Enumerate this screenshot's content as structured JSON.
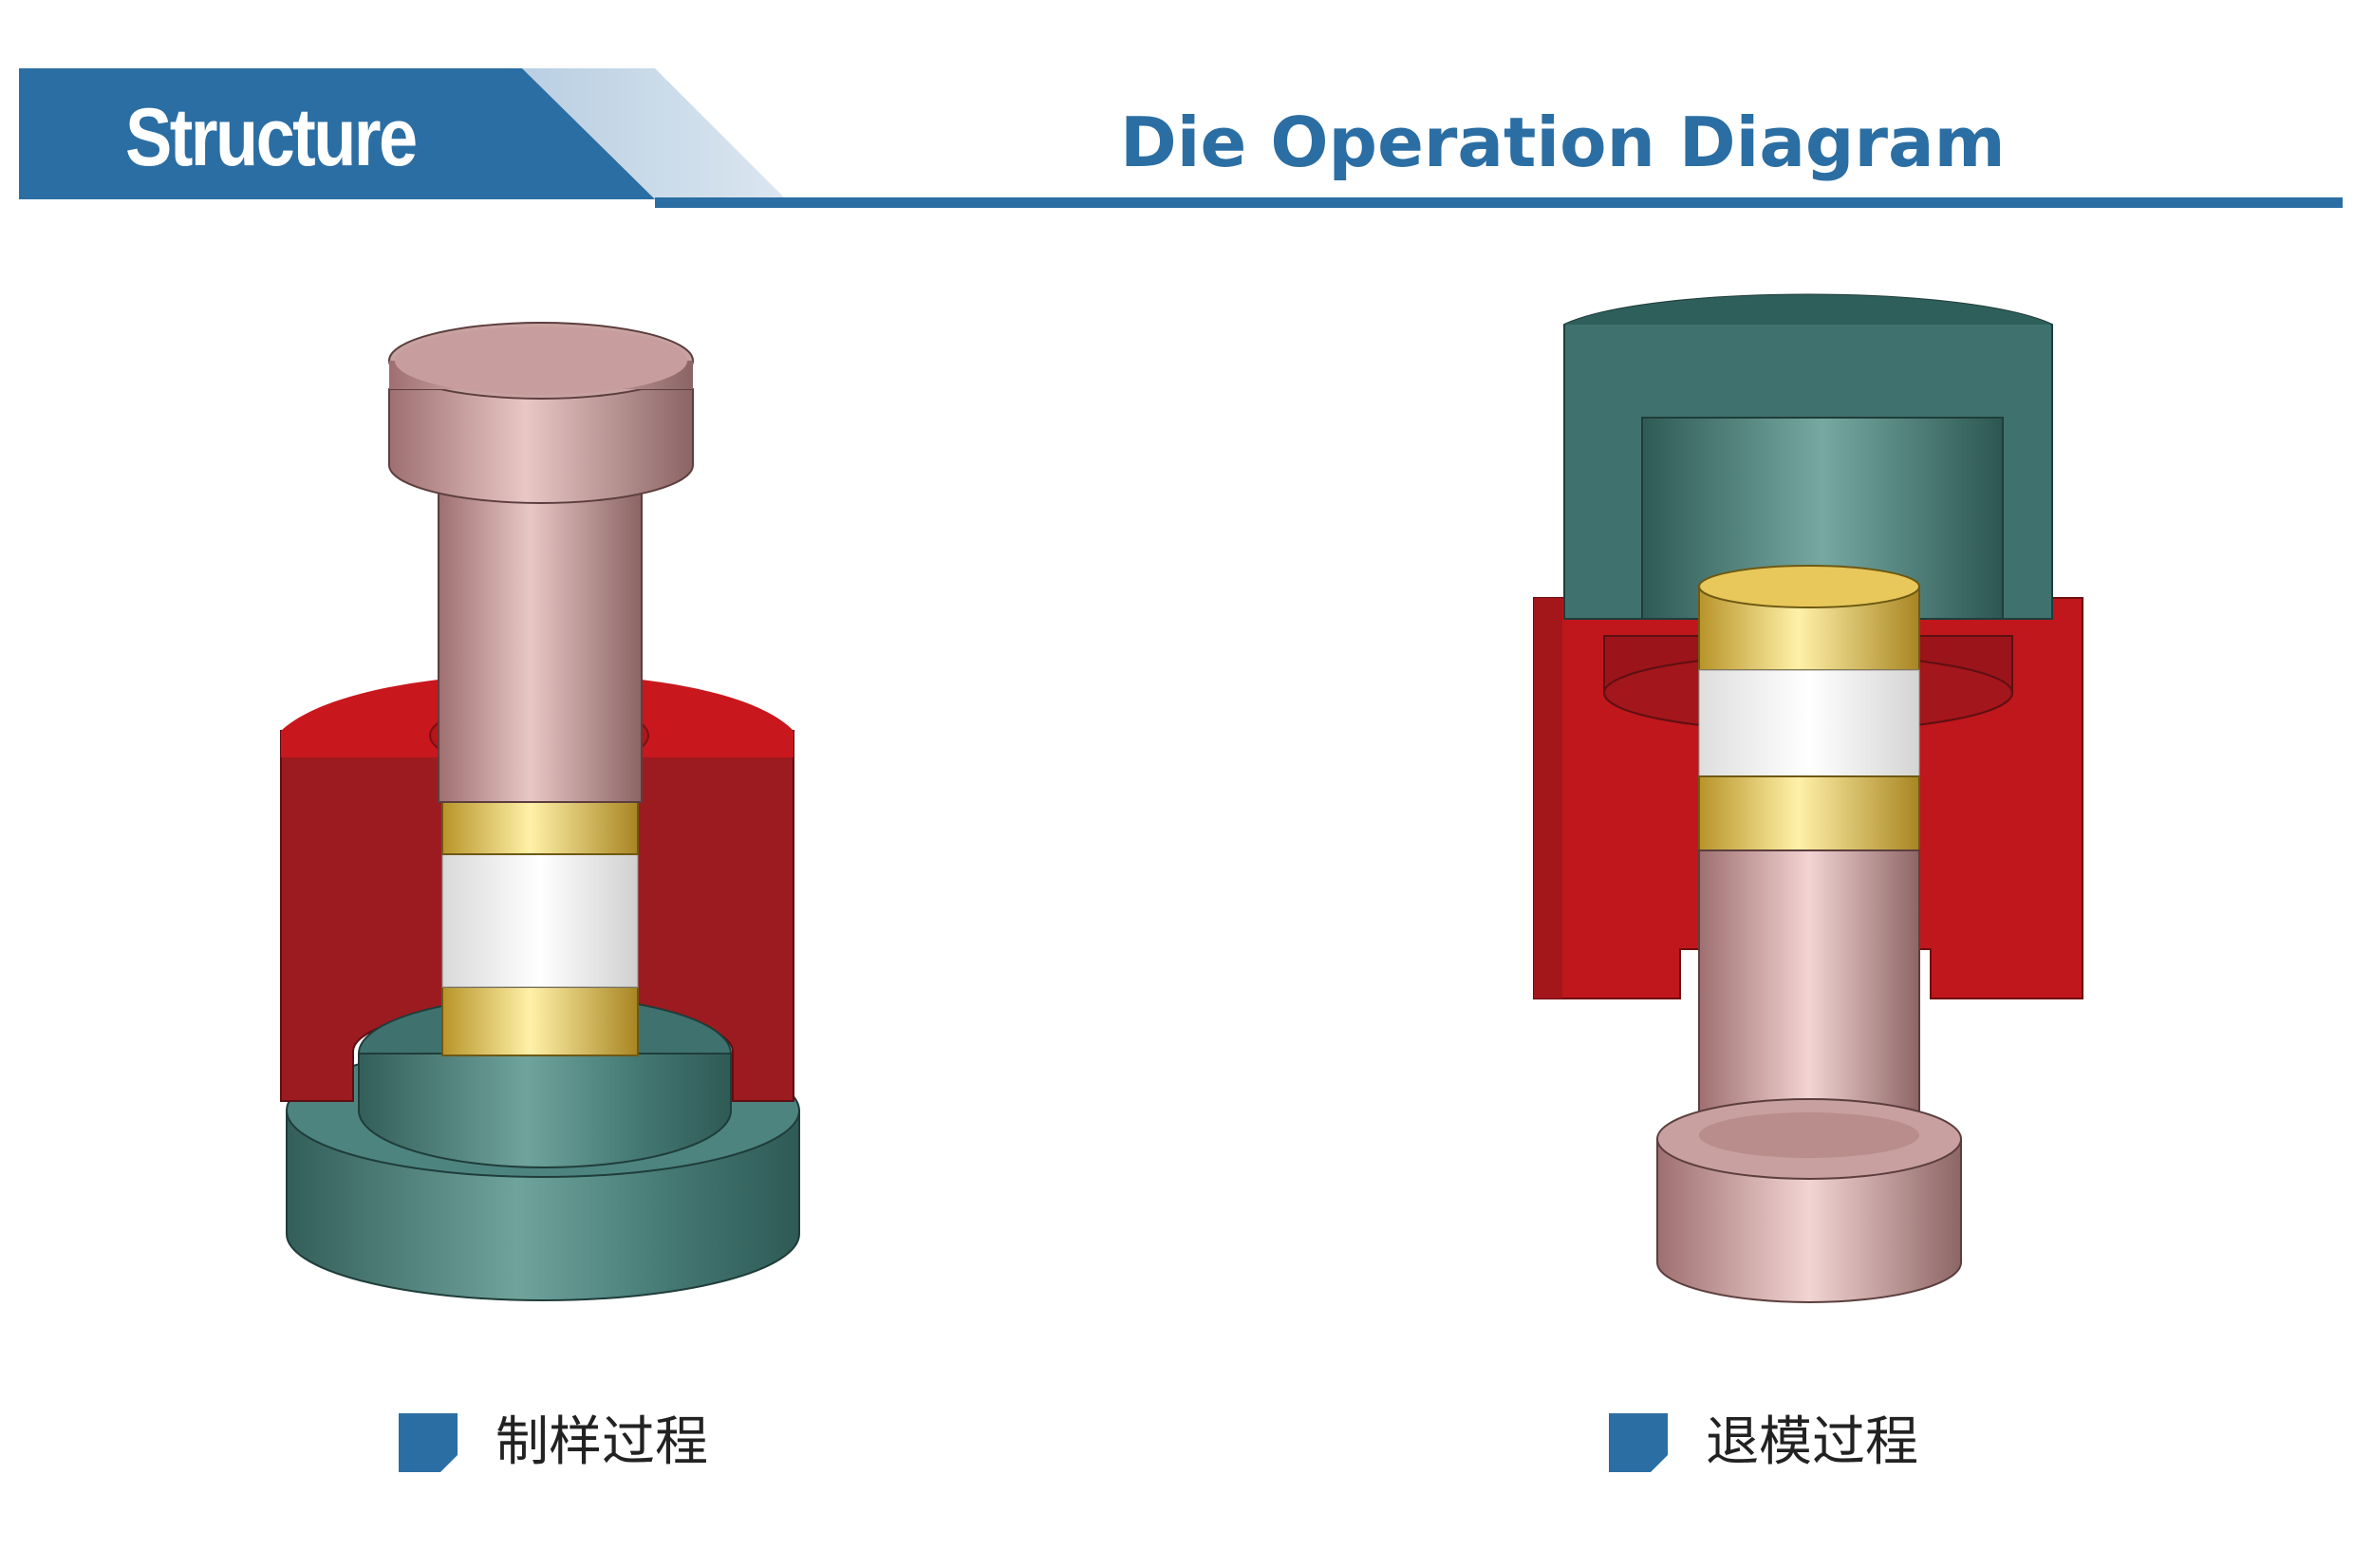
{
  "header": {
    "tag": "Structure",
    "title": "Die Operation Diagram"
  },
  "diagrams": [
    {
      "caption": "制样过程",
      "components": [
        "punch-top",
        "die-ring",
        "sample-cup-upper",
        "sample",
        "sample-cup-lower",
        "base-plate"
      ]
    },
    {
      "caption": "退模过程",
      "components": [
        "cap",
        "die-ring",
        "sample-cup-upper",
        "sample",
        "sample-cup-lower",
        "ejector-pin"
      ]
    }
  ],
  "colors": {
    "header_blue": "#2b6ea3",
    "header_light": "#c9d9e7",
    "die_red": "#c0171c",
    "steel_green": "#3f7570",
    "punch_pink": "#c89a9a",
    "sample_gold": "#e2c65a",
    "sample_white": "#f4f4f2"
  }
}
